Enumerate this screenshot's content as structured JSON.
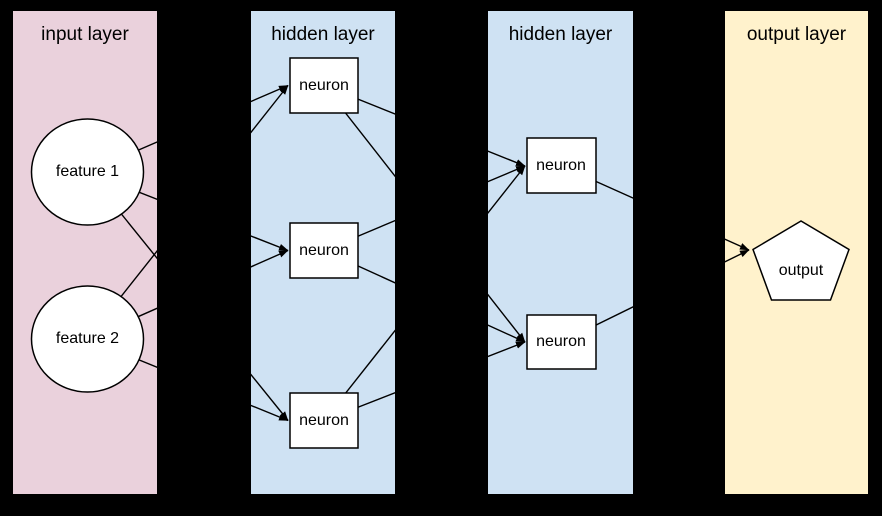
{
  "diagram": {
    "type": "neural-network-layer-diagram",
    "colors": {
      "background": "#000000",
      "input_panel": "#ead1dc",
      "hidden_panel": "#cfe2f3",
      "output_panel": "#fff2cc",
      "node_fill": "#ffffff",
      "line": "#000000",
      "text": "#000000"
    },
    "layers": [
      {
        "title": "input layer",
        "nodes": [
          {
            "id": "feature1",
            "label": "feature 1",
            "shape": "circle"
          },
          {
            "id": "feature2",
            "label": "feature 2",
            "shape": "circle"
          }
        ]
      },
      {
        "title": "hidden layer",
        "nodes": [
          {
            "id": "h1n1",
            "label": "neuron",
            "shape": "rectangle"
          },
          {
            "id": "h1n2",
            "label": "neuron",
            "shape": "rectangle"
          },
          {
            "id": "h1n3",
            "label": "neuron",
            "shape": "rectangle"
          }
        ]
      },
      {
        "title": "hidden layer",
        "nodes": [
          {
            "id": "h2n1",
            "label": "neuron",
            "shape": "rectangle"
          },
          {
            "id": "h2n2",
            "label": "neuron",
            "shape": "rectangle"
          }
        ]
      },
      {
        "title": "output layer",
        "nodes": [
          {
            "id": "output",
            "label": "output",
            "shape": "pentagon"
          }
        ]
      }
    ],
    "edges": [
      [
        "feature1",
        "h1n1"
      ],
      [
        "feature1",
        "h1n2"
      ],
      [
        "feature1",
        "h1n3"
      ],
      [
        "feature2",
        "h1n1"
      ],
      [
        "feature2",
        "h1n2"
      ],
      [
        "feature2",
        "h1n3"
      ],
      [
        "h1n1",
        "h2n1"
      ],
      [
        "h1n1",
        "h2n2"
      ],
      [
        "h1n2",
        "h2n1"
      ],
      [
        "h1n2",
        "h2n2"
      ],
      [
        "h1n3",
        "h2n1"
      ],
      [
        "h1n3",
        "h2n2"
      ],
      [
        "h2n1",
        "output"
      ],
      [
        "h2n2",
        "output"
      ]
    ]
  }
}
